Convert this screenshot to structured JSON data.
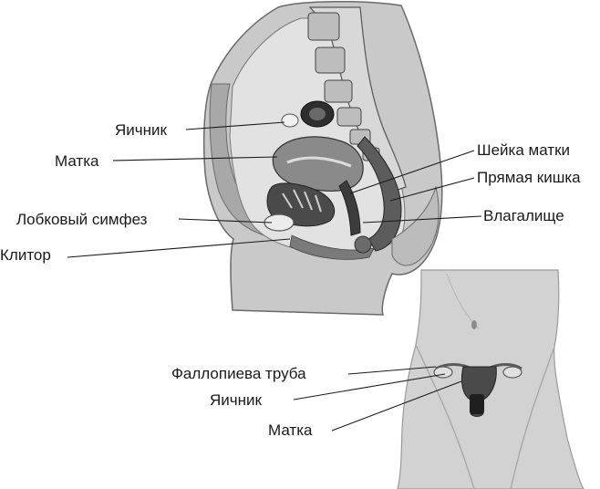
{
  "sagittal_labels": {
    "ovary": "Яичник",
    "uterus": "Матка",
    "pubic_symphysis": "Лобковый симфез",
    "clitoris": "Клитор",
    "cervix": "Шейка матки",
    "rectum": "Прямая кишка",
    "vagina": "Влагалище"
  },
  "frontal_labels": {
    "fallopian_tube": "Фаллопиева труба",
    "ovary": "Яичник",
    "uterus": "Матка"
  },
  "colors": {
    "skin": "#c9c9c9",
    "skin_dark": "#8c8c8c",
    "bone": "#e6e6e6",
    "organ_dark": "#3a3a3a",
    "organ_mid": "#7a7a7a",
    "text": "#1a1a1a"
  }
}
